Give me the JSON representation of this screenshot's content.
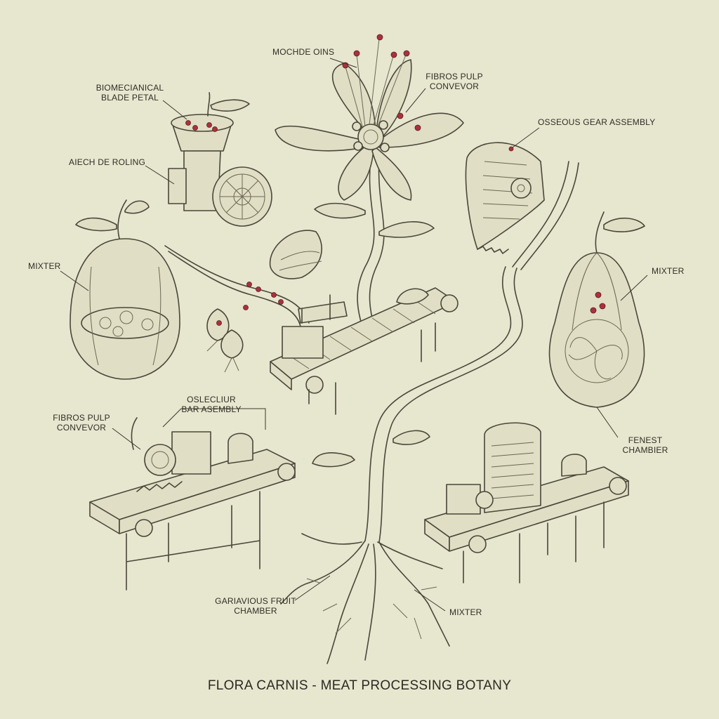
{
  "title": "FLORA CARNIS - MEAT PROCESSING BOTANY",
  "labels": {
    "top_center": "MOCHDE OINS",
    "biomech_l1": "BIOMECIANICAL",
    "biomech_l2": "BLADE PETAL",
    "fibros_top_l1": "FIBROS PULP",
    "fibros_top_l2": "CONVEVOR",
    "osseous_gear": "OSSEOUS GEAR ASSEMBLY",
    "aiech": "AIECH DE ROLING",
    "mixter_left": "MIXTER",
    "mixter_right": "MIXTER",
    "mixter_bottom": "MIXTER",
    "osle_l1": "OSLECLIUR",
    "osle_l2": "BAR ASEMBLY",
    "fibros_left_l1": "FIBROS PULP",
    "fibros_left_l2": "CONVEVOR",
    "fenest_l1": "FENEST",
    "fenest_l2": "CHAMBIER",
    "gari_l1": "GARIAVIOUS FRUIT",
    "gari_l2": "CHAMBER"
  },
  "colors": {
    "paper": "#e7e6cf",
    "ink": "#4a473a",
    "berry": "#a9323d"
  }
}
